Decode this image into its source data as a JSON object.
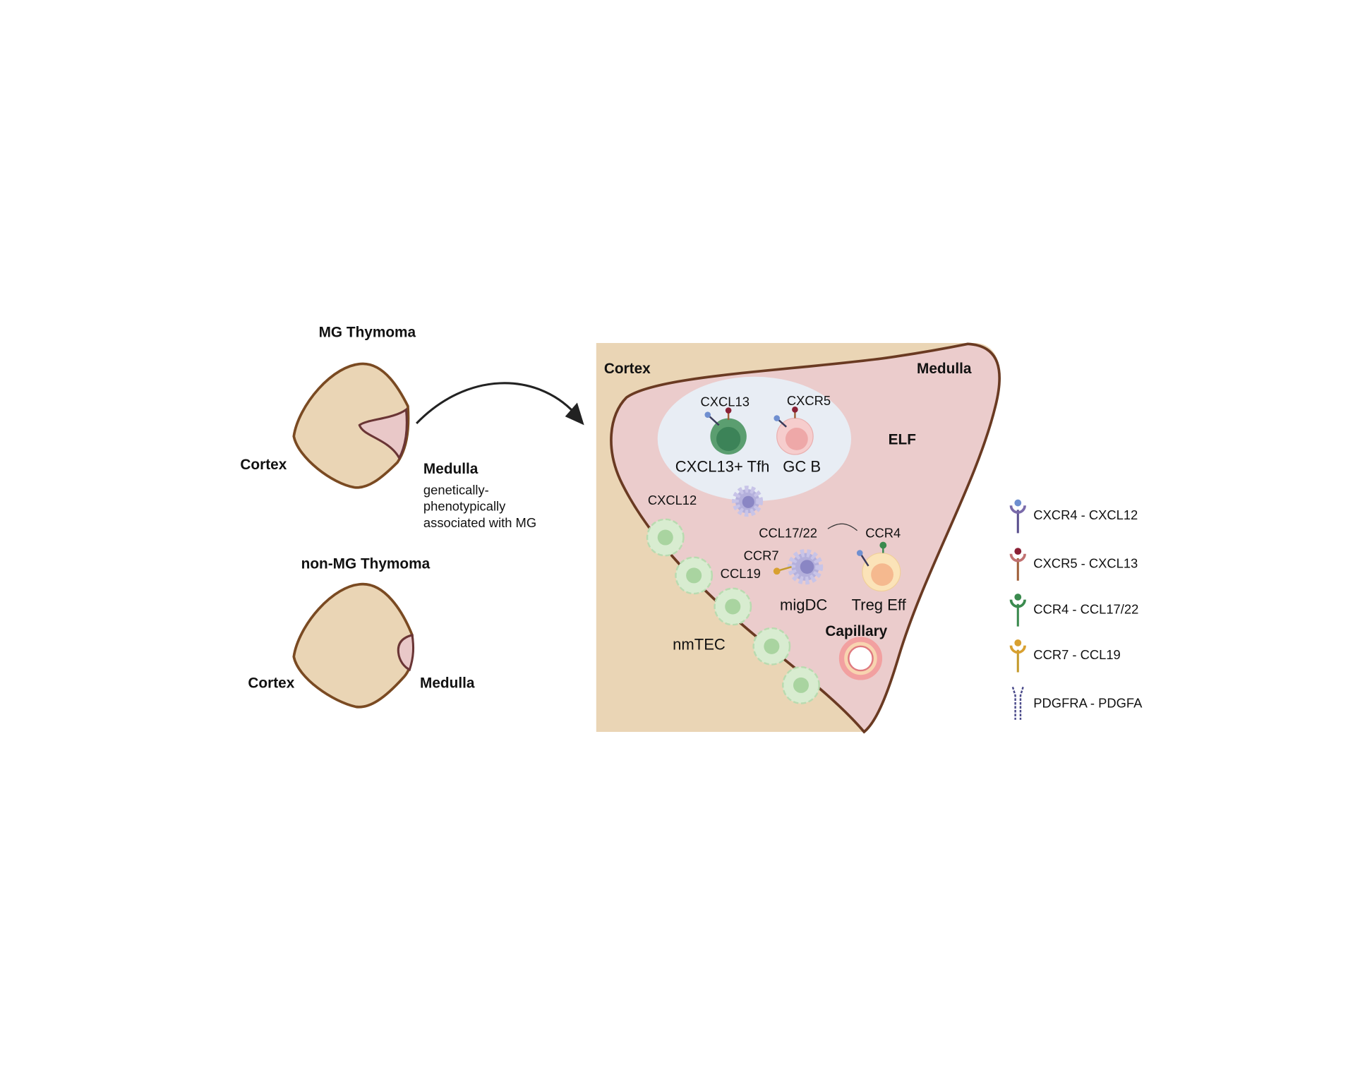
{
  "left": {
    "mg_title": "MG Thymoma",
    "mg_cortex": "Cortex",
    "mg_medulla": "Medulla",
    "mg_note": [
      "genetically-",
      "phenotypically",
      "associated with MG"
    ],
    "nonmg_title": "non-MG Thymoma",
    "nonmg_cortex": "Cortex",
    "nonmg_medulla": "Medulla"
  },
  "panel": {
    "cortex": "Cortex",
    "medulla": "Medulla",
    "elf": "ELF",
    "cxcl13": "CXCL13",
    "cxcr5": "CXCR5",
    "tfh": "CXCL13+ Tfh",
    "gcb": "GC B",
    "cxcl12": "CXCL12",
    "ccl1722": "CCL17/22",
    "ccr4": "CCR4",
    "ccr7": "CCR7",
    "ccl19": "CCL19",
    "migdc": "migDC",
    "treg": "Treg Eff",
    "capillary": "Capillary",
    "nmtec": "nmTEC"
  },
  "legend": [
    {
      "label": "CXCR4 - CXCL12",
      "color": "#5a4f8e",
      "head": "#6f8fd0"
    },
    {
      "label": "CXCR5 - CXCL13",
      "color": "#a0603a",
      "head": "#8a2035"
    },
    {
      "label": "CCR4 - CCL17/22",
      "color": "#3a8a4e",
      "head": "#3a8a4e"
    },
    {
      "label": "CCR7 - CCL19",
      "color": "#c49a2c",
      "head": "#d8a030"
    },
    {
      "label": "PDGFRA - PDGFA",
      "color": "#4a4a8a",
      "head": "#4a4a8a"
    }
  ]
}
